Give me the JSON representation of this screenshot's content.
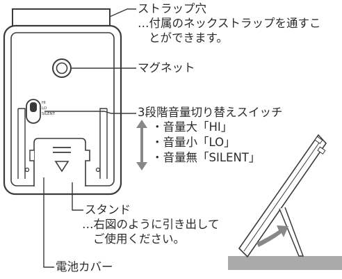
{
  "callouts": {
    "strap_hole": {
      "title": "ストラップ穴",
      "desc_line1": "…付属のネックストラップを通すこ",
      "desc_line2": "とができます。"
    },
    "magnet": {
      "title": "マグネット"
    },
    "volume_switch": {
      "title": "3段階音量切り替えスイッチ",
      "options": [
        "・音量大「HI」",
        "・音量小「LO」",
        "・音量無「SILENT」"
      ]
    },
    "stand": {
      "title": "スタンド",
      "desc_line1": "…右図のように引き出して",
      "desc_line2": "ご使用ください。"
    },
    "battery_cover": {
      "title": "電池カバー"
    }
  },
  "switch_markings": [
    "HI",
    "LO",
    "SILENT"
  ],
  "colors": {
    "line": "#3a3a3a",
    "text": "#2a2a2a",
    "arrow_gray": "#888888",
    "floor_gray": "#aaaaaa"
  }
}
